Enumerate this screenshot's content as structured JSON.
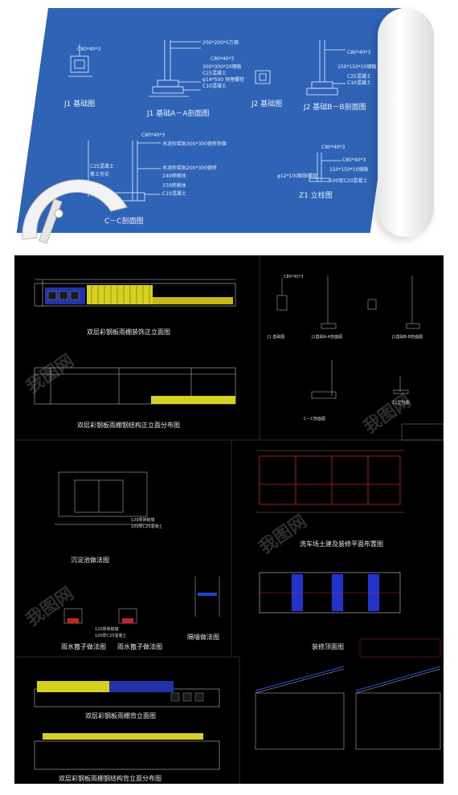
{
  "blueprint": {
    "labels": {
      "j1_plan": "J1 基础图",
      "j1_section": "J1 基础A－A剖面图",
      "j2_plan": "J2 基础图",
      "j2_section": "J2 基础B－B剖面图",
      "c_section": "C－C剖面图",
      "z1": "Z1 立柱图"
    },
    "notes": {
      "n1": "C80*40*3",
      "n2": "200*200*5方钢",
      "n3": "C80*40*3",
      "n4": "300*300*20钢板",
      "n5": "C25混凝土",
      "n6": "φ14*500 预埋螺栓",
      "n7": "C10混凝土",
      "n8": "C80*40*3",
      "n9": "150*150*10钢板",
      "n10": "C25混凝土",
      "n11": "C10混凝土",
      "n12": "C80*40*3",
      "n13": "水泥砂浆贴300*300瓷砖饰面",
      "n14": "C25混凝土",
      "n15": "素土夯实",
      "n16": "水泥砂浆贴200*300瓷砖",
      "n17": "240砖砌体",
      "n18": "370砖砌体",
      "n19": "C10混凝土",
      "n20": "C80*40*3",
      "n21": "C80*40*3",
      "n22": "150*150*10钢板",
      "n23": "φ12*100膨胀螺栓",
      "n24": "100厚C20混凝土"
    }
  },
  "cad": {
    "titles": {
      "front_elev": "双层彩钢板雨棚装饰正立面图",
      "struct_elev": "双层彩钢板雨棚钢结构正立面分布图",
      "j1_plan": "J1 基础图",
      "j1_section": "J1基础A-A剖面图",
      "j2_section": "J2基础B-B剖面图",
      "c_section": "C—C剖面图",
      "z1": "Z1立柱图",
      "sediment": "沉淀池做法图",
      "layout": "洗车场土建及装修平面布置图",
      "rain_grate1": "雨水篦子做法图",
      "rain_grate2": "雨水篦子做法图",
      "partition": "隔墙做法图",
      "ceiling": "装修顶面图",
      "back_elev": "双层彩钢板雨棚背立面图",
      "back_struct": "双层彩钢板雨棚钢结构背立面分布图"
    },
    "small": {
      "s1": "C80*40*3",
      "s2": "120厚砖砌墙",
      "s3": "100厚C20混凝土",
      "s4": "120厚砖砌墙",
      "s5": "100厚C20混凝土"
    }
  },
  "watermark": "我图网"
}
